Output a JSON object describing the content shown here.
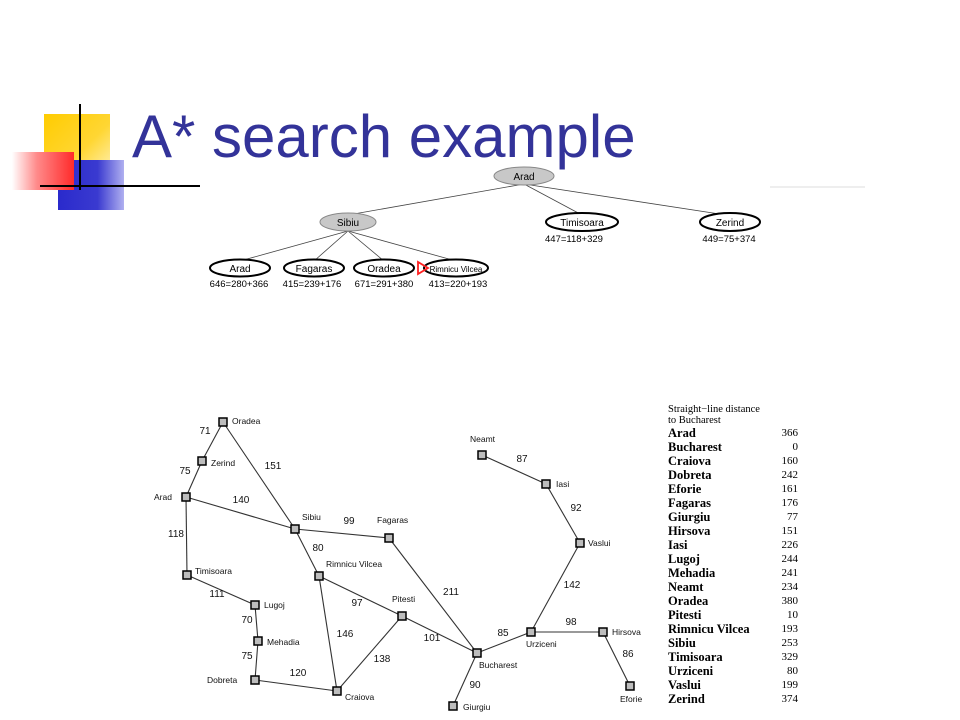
{
  "slide": {
    "title": "A* search example"
  },
  "tree": {
    "root": {
      "label": "Arad"
    },
    "level1": [
      {
        "label": "Sibiu",
        "score": ""
      },
      {
        "label": "Timisoara",
        "score": "447=118+329"
      },
      {
        "label": "Zerind",
        "score": "449=75+374"
      }
    ],
    "level2": [
      {
        "label": "Arad",
        "score": "646=280+366"
      },
      {
        "label": "Fagaras",
        "score": "415=239+176"
      },
      {
        "label": "Oradea",
        "score": "671=291+380"
      },
      {
        "label": "Rimnicu Vilcea",
        "score": "413=220+193"
      }
    ],
    "colors": {
      "expanded_fill": "#c8c8c8",
      "frontier_fill": "#ffffff",
      "pointer": "#ff2020"
    }
  },
  "map": {
    "cities": [
      {
        "id": "oradea",
        "name": "Oradea"
      },
      {
        "id": "zerind",
        "name": "Zerind"
      },
      {
        "id": "arad",
        "name": "Arad"
      },
      {
        "id": "timisoara",
        "name": "Timisoara"
      },
      {
        "id": "lugoj",
        "name": "Lugoj"
      },
      {
        "id": "mehadia",
        "name": "Mehadia"
      },
      {
        "id": "dobreta",
        "name": "Dobreta"
      },
      {
        "id": "craiova",
        "name": "Craiova"
      },
      {
        "id": "sibiu",
        "name": "Sibiu"
      },
      {
        "id": "rimnicu",
        "name": "Rimnicu Vilcea"
      },
      {
        "id": "fagaras",
        "name": "Fagaras"
      },
      {
        "id": "pitesti",
        "name": "Pitesti"
      },
      {
        "id": "bucharest",
        "name": "Bucharest"
      },
      {
        "id": "giurgiu",
        "name": "Giurgiu"
      },
      {
        "id": "urziceni",
        "name": "Urziceni"
      },
      {
        "id": "hirsova",
        "name": "Hirsova"
      },
      {
        "id": "eforie",
        "name": "Eforie"
      },
      {
        "id": "vaslui",
        "name": "Vaslui"
      },
      {
        "id": "iasi",
        "name": "Iasi"
      },
      {
        "id": "neamt",
        "name": "Neamt"
      }
    ],
    "roads": [
      {
        "a": "oradea",
        "b": "zerind",
        "dist": "71"
      },
      {
        "a": "zerind",
        "b": "arad",
        "dist": "75"
      },
      {
        "a": "oradea",
        "b": "sibiu",
        "dist": "151"
      },
      {
        "a": "arad",
        "b": "sibiu",
        "dist": "140"
      },
      {
        "a": "arad",
        "b": "timisoara",
        "dist": "118"
      },
      {
        "a": "timisoara",
        "b": "lugoj",
        "dist": "111"
      },
      {
        "a": "lugoj",
        "b": "mehadia",
        "dist": "70"
      },
      {
        "a": "mehadia",
        "b": "dobreta",
        "dist": "75"
      },
      {
        "a": "dobreta",
        "b": "craiova",
        "dist": "120"
      },
      {
        "a": "sibiu",
        "b": "fagaras",
        "dist": "99"
      },
      {
        "a": "sibiu",
        "b": "rimnicu",
        "dist": "80"
      },
      {
        "a": "rimnicu",
        "b": "pitesti",
        "dist": "97"
      },
      {
        "a": "rimnicu",
        "b": "craiova",
        "dist": "146"
      },
      {
        "a": "craiova",
        "b": "pitesti",
        "dist": "138"
      },
      {
        "a": "fagaras",
        "b": "bucharest",
        "dist": "211"
      },
      {
        "a": "pitesti",
        "b": "bucharest",
        "dist": "101"
      },
      {
        "a": "bucharest",
        "b": "giurgiu",
        "dist": "90"
      },
      {
        "a": "bucharest",
        "b": "urziceni",
        "dist": "85"
      },
      {
        "a": "urziceni",
        "b": "hirsova",
        "dist": "98"
      },
      {
        "a": "hirsova",
        "b": "eforie",
        "dist": "86"
      },
      {
        "a": "urziceni",
        "b": "vaslui",
        "dist": "142"
      },
      {
        "a": "vaslui",
        "b": "iasi",
        "dist": "92"
      },
      {
        "a": "iasi",
        "b": "neamt",
        "dist": "87"
      }
    ]
  },
  "sld_table": {
    "title_line1": "Straight−line distance",
    "title_line2": "to Bucharest",
    "rows": [
      {
        "city": "Arad",
        "value": "366"
      },
      {
        "city": "Bucharest",
        "value": "0"
      },
      {
        "city": "Craiova",
        "value": "160"
      },
      {
        "city": "Dobreta",
        "value": "242"
      },
      {
        "city": "Eforie",
        "value": "161"
      },
      {
        "city": "Fagaras",
        "value": "176"
      },
      {
        "city": "Giurgiu",
        "value": "77"
      },
      {
        "city": "Hirsova",
        "value": "151"
      },
      {
        "city": "Iasi",
        "value": "226"
      },
      {
        "city": "Lugoj",
        "value": "244"
      },
      {
        "city": "Mehadia",
        "value": "241"
      },
      {
        "city": "Neamt",
        "value": "234"
      },
      {
        "city": "Oradea",
        "value": "380"
      },
      {
        "city": "Pitesti",
        "value": "10"
      },
      {
        "city": "Rimnicu Vilcea",
        "value": "193"
      },
      {
        "city": "Sibiu",
        "value": "253"
      },
      {
        "city": "Timisoara",
        "value": "329"
      },
      {
        "city": "Urziceni",
        "value": "80"
      },
      {
        "city": "Vaslui",
        "value": "199"
      },
      {
        "city": "Zerind",
        "value": "374"
      }
    ]
  },
  "theme": {
    "title_color": "#333399",
    "accent_yellow": "#ffcc00",
    "accent_blue": "#3333cc",
    "accent_red": "#ff3333"
  }
}
